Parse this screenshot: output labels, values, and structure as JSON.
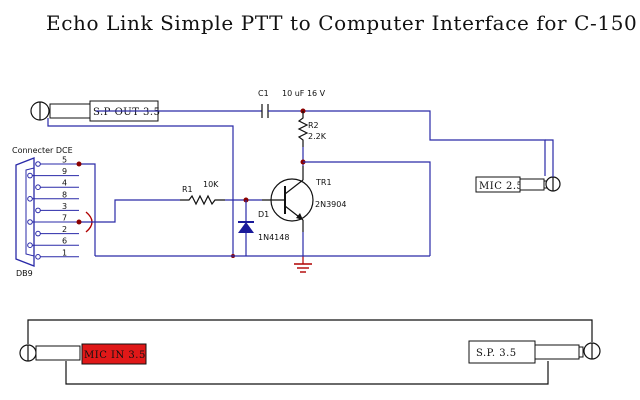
{
  "title": "Echo Link Simple PTT to Computer Interface for C-150",
  "connector": {
    "name": "Connecter DCE",
    "part": "DB9",
    "pins": [
      "5",
      "9",
      "4",
      "8",
      "3",
      "7",
      "2",
      "6",
      "1"
    ]
  },
  "components": {
    "c1": {
      "ref": "C1",
      "value": "10 uF 16 V"
    },
    "r2": {
      "ref": "R2",
      "value": "2.2K"
    },
    "r1": {
      "ref": "R1",
      "value": "10K"
    },
    "tr1": {
      "ref": "TR1",
      "value": "2N3904"
    },
    "d1": {
      "ref": "D1",
      "value": "1N4148"
    }
  },
  "jacks": {
    "sp_out": "S.P OUT 3.5",
    "mic_25": "MIC 2.5",
    "mic_in": "MIC IN  3.5",
    "sp_35": "S.P. 3.5"
  },
  "colors": {
    "wire": "#2a2aa8",
    "junction": "#8b0000",
    "mic_in_fill": "#e01818",
    "component": "#111111"
  }
}
